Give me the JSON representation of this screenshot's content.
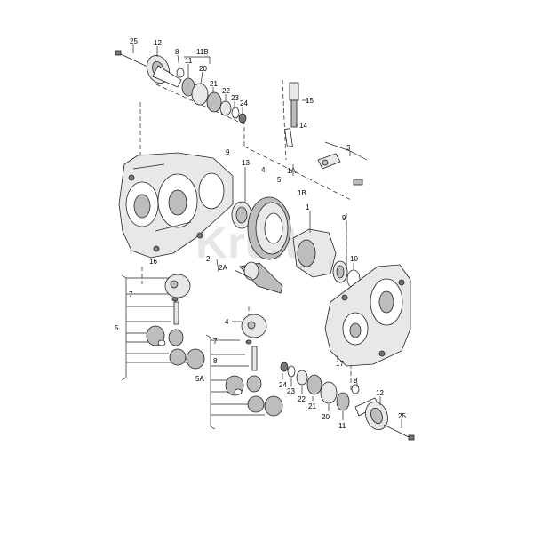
{
  "diagram": {
    "watermark": "Kruits",
    "callouts": {
      "c25_top": "25",
      "c12_top": "12",
      "c8_top": "8",
      "c11B": "11B",
      "c11_top": "11",
      "c20_top": "20",
      "c21_top": "21",
      "c22_top": "22",
      "c23_top": "23",
      "c24_top": "24",
      "c15": "15",
      "c14": "14",
      "c3": "3",
      "c9_left": "9",
      "c13": "13",
      "c4_top": "4",
      "c1A": "1A",
      "c5_top": "5",
      "c1B": "1B",
      "c1": "1",
      "c9_right": "9",
      "c10": "10",
      "c16": "16",
      "c2": "2",
      "c2A": "2A",
      "c7_left": "7",
      "c5_left": "5",
      "c4_mid": "4",
      "c7_mid": "7",
      "c8_mid": "8",
      "c5A": "5A",
      "c17": "17",
      "c24_bot": "24",
      "c23_bot": "23",
      "c22_bot": "22",
      "c21_bot": "21",
      "c20_bot": "20",
      "c11_bot": "11",
      "c8_bot": "8",
      "c12_bot": "12",
      "c25_bot": "25"
    }
  }
}
